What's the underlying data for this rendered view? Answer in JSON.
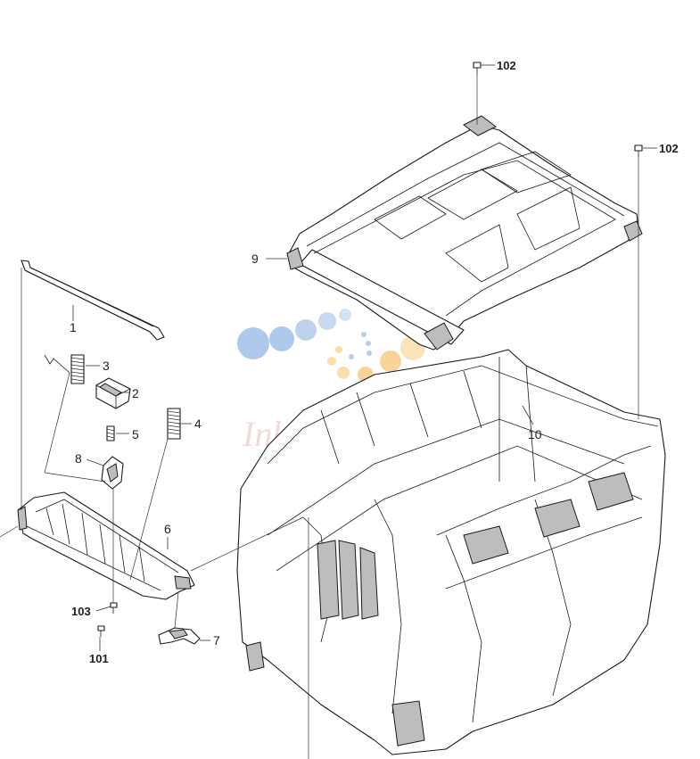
{
  "callouts": [
    {
      "id": "c1",
      "label": "1",
      "bold": false
    },
    {
      "id": "c2",
      "label": "2",
      "bold": false
    },
    {
      "id": "c3",
      "label": "3",
      "bold": false
    },
    {
      "id": "c4",
      "label": "4",
      "bold": false
    },
    {
      "id": "c5",
      "label": "5",
      "bold": false
    },
    {
      "id": "c6",
      "label": "6",
      "bold": false
    },
    {
      "id": "c7",
      "label": "7",
      "bold": false
    },
    {
      "id": "c8",
      "label": "8",
      "bold": false
    },
    {
      "id": "c9",
      "label": "9",
      "bold": false
    },
    {
      "id": "c10",
      "label": "10",
      "bold": false
    },
    {
      "id": "c101",
      "label": "101",
      "bold": true
    },
    {
      "id": "c102a",
      "label": "102",
      "bold": true
    },
    {
      "id": "c102b",
      "label": "102",
      "bold": true
    },
    {
      "id": "c103",
      "label": "103",
      "bold": true
    }
  ],
  "watermark": {
    "text": "Inkjet Market",
    "dot_colors": [
      "#5b8fd6",
      "#8fb5ea",
      "#f3b24a",
      "#f7cf7f"
    ]
  }
}
